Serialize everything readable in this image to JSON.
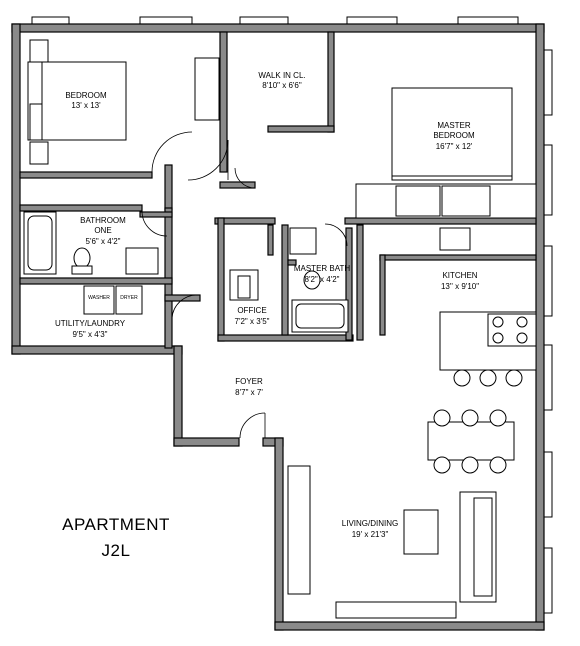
{
  "title": {
    "line1": "APARTMENT",
    "line2": "J2L"
  },
  "rooms": [
    {
      "name": "BEDROOM",
      "dims": "13' x 13'"
    },
    {
      "name": "WALK IN CL.",
      "dims": "8'10\" x 6'6\""
    },
    {
      "name": "MASTER BEDROOM",
      "line1": "MASTER",
      "line2": "BEDROOM",
      "dims": "16'7\" x 12'"
    },
    {
      "name": "BATHROOM ONE",
      "line1": "BATHROOM",
      "line2": "ONE",
      "dims": "5'6\" x 4'2\""
    },
    {
      "name": "MASTER BATH",
      "dims": "8'2\" x 4'2\""
    },
    {
      "name": "KITCHEN",
      "dims": "13'' x 9'10\""
    },
    {
      "name": "UTILITY/LAUNDRY",
      "dims": "9'5\" x 4'3\""
    },
    {
      "name": "OFFICE",
      "dims": "7'2\" x 3'5\""
    },
    {
      "name": "FOYER",
      "dims": "8'7\" x 7'"
    },
    {
      "name": "LIVING/DINING",
      "dims": "19' x 21'3\""
    }
  ],
  "appliances": {
    "washer": "WASHER",
    "dryer": "DRYER"
  }
}
